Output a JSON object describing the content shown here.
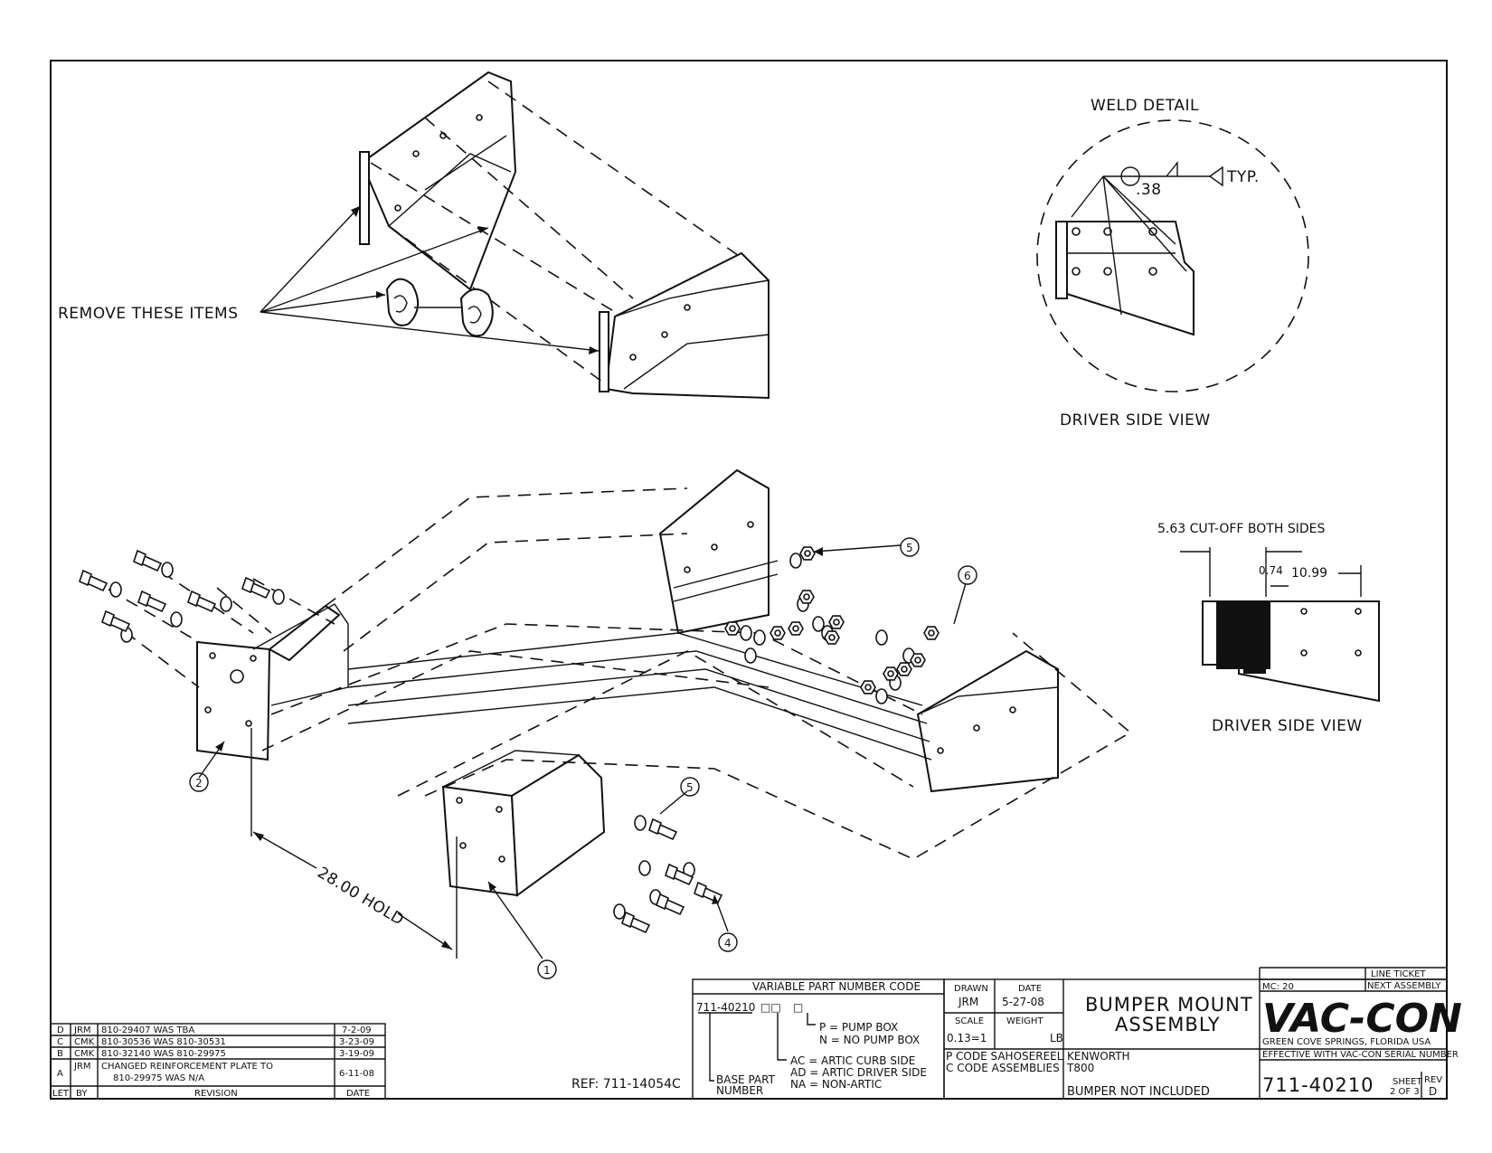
{
  "callouts": {
    "remove_items": "REMOVE THESE ITEMS",
    "weld_detail": "WELD DETAIL",
    "weld_size": ".38",
    "weld_typ": "TYP.",
    "driver_side_view_1": "DRIVER SIDE VIEW",
    "driver_side_view_2": "DRIVER SIDE VIEW",
    "cutoff": "5.63 CUT-OFF BOTH SIDES",
    "dim_074": "0.74",
    "dim_1099": "10.99",
    "hold_dim": "28.00 HOLD",
    "ref": "REF: 711-14054C"
  },
  "balloons": [
    "1",
    "2",
    "4",
    "5",
    "5",
    "6"
  ],
  "variable_code": {
    "title": "VARIABLE PART NUMBER CODE",
    "base": "711-40210",
    "box": "□□",
    "box2": "□",
    "p": "P = PUMP BOX",
    "n": "N = NO PUMP BOX",
    "ac": "AC = ARTIC CURB SIDE",
    "ad": "AD = ARTIC DRIVER SIDE",
    "na": "NA = NON-ARTIC",
    "base_label_1": "BASE PART",
    "base_label_2": "NUMBER"
  },
  "revisions": {
    "rows": [
      {
        "let": "D",
        "by": "JRM",
        "rev": "810-29407 WAS TBA",
        "date": "7-2-09"
      },
      {
        "let": "C",
        "by": "CMK",
        "rev": "810-30536 WAS 810-30531",
        "date": "3-23-09"
      },
      {
        "let": "B",
        "by": "CMK",
        "rev": "810-32140 WAS 810-29975",
        "date": "3-19-09"
      },
      {
        "let": "A",
        "by": "JRM",
        "rev": "CHANGED REINFORCEMENT PLATE TO",
        "rev2": "810-29975 WAS N/A",
        "date": "6-11-08"
      }
    ],
    "header": {
      "let": "LET",
      "by": "BY",
      "rev": "REVISION",
      "date": "DATE"
    }
  },
  "title_block": {
    "drawn_label": "DRAWN",
    "drawn": "JRM",
    "date_label": "DATE",
    "date": "5-27-08",
    "scale_label": "SCALE",
    "scale": "0.13=1",
    "weight_label": "WEIGHT",
    "weight_unit": "LB",
    "title_1": "BUMPER MOUNT",
    "title_2": "ASSEMBLY",
    "p_code": "P CODE SAHOSEREEL",
    "c_code": "C CODE ASSEMBLIES",
    "make": "KENWORTH",
    "model": "T800",
    "note": "BUMPER NOT INCLUDED",
    "mc": "MC: 20",
    "line_ticket": "LINE TICKET",
    "next_assembly": "NEXT ASSEMBLY",
    "logo": "VAC-CON",
    "location": "GREEN COVE SPRINGS, FLORIDA USA",
    "effective": "EFFECTIVE WITH VAC-CON SERIAL NUMBER",
    "part_number": "711-40210",
    "sheet_label": "SHEET",
    "sheet": "2 OF 3",
    "rev_label": "REV",
    "rev": "D"
  }
}
